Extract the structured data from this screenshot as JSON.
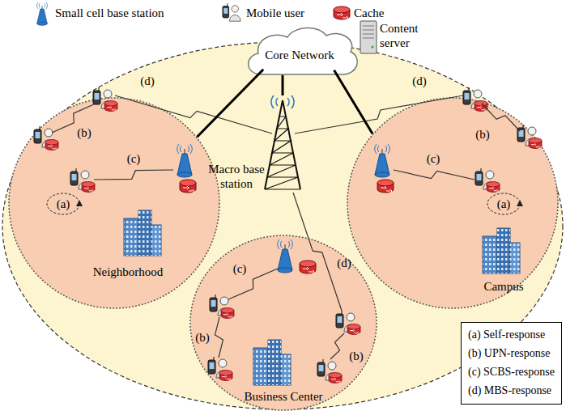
{
  "diagram": {
    "nodes": [
      {
        "text": [
          "Core Network"
        ]
      },
      {
        "text": [
          "Macro base station"
        ]
      },
      {
        "text": [
          "Neighborhood"
        ]
      },
      {
        "text": [
          "Campus"
        ]
      },
      {
        "text": [
          "Business Center"
        ]
      },
      {
        "text": [
          "(a) Self-response",
          "(b) UPN-response",
          "(c) SCBS-response",
          "(d) MBS-response"
        ]
      }
    ],
    "edges": [
      {
        "from": 0,
        "to": 1,
        "arrow": "none"
      },
      {
        "from": 0,
        "to": 2,
        "arrow": "none"
      },
      {
        "from": 0,
        "to": 3,
        "arrow": "none"
      }
    ],
    "labels": [
      "Content server",
      "(d)",
      "(b)",
      "(c)",
      "(a)",
      "(d)",
      "(b)",
      "(c)",
      "(a)",
      "(d)",
      "(b)",
      "(c)",
      "(b)"
    ],
    "legend": [
      {
        "text": "Small cell base station"
      },
      {
        "text": "Mobile user"
      },
      {
        "text": "Cache"
      }
    ]
  }
}
